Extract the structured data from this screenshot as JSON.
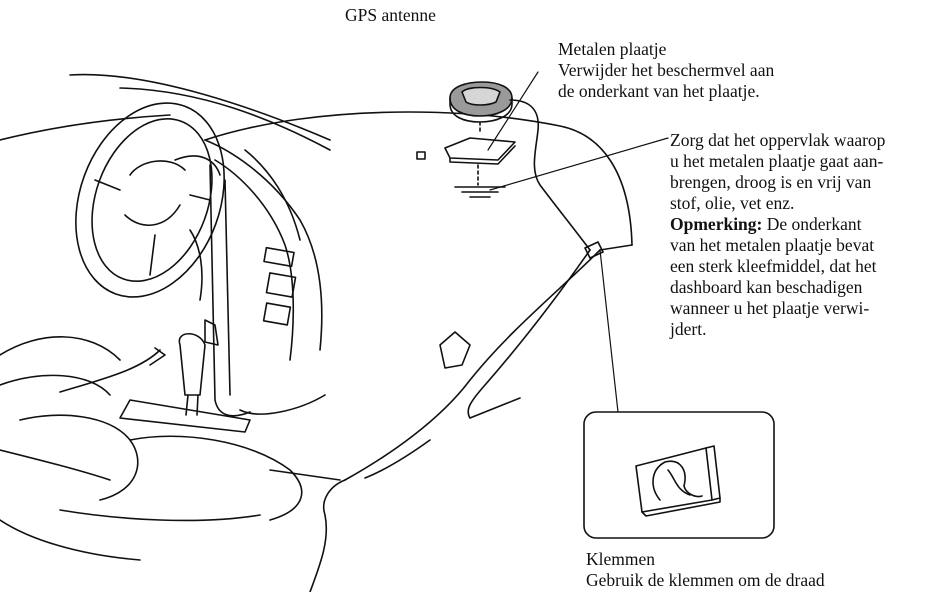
{
  "labels": {
    "gps_antenna": "GPS antenne",
    "metal_plate": {
      "title": "Metalen plaatje",
      "lines": [
        "Verwijder het beschermvel aan",
        "de onderkant van het plaatje."
      ]
    },
    "surface_note": {
      "lines": [
        "Zorg dat het oppervlak waarop",
        "u het metalen plaatje gaat aan-",
        "brengen, droog is en vrij van",
        "stof, olie, vet enz."
      ],
      "remark_title": "Opmerking:",
      "remark_first": " De onderkant",
      "remark_lines": [
        "van het metalen plaatje bevat",
        "een sterk kleefmiddel, dat het",
        "dashboard kan beschadigen",
        "wanneer u het plaatje verwi-",
        "jdert."
      ]
    },
    "clips": {
      "title": "Klemmen",
      "lines": [
        "Gebruik de klemmen om de draad"
      ]
    }
  },
  "colors": {
    "line": "#111111",
    "background": "#ffffff",
    "antenna_fill": "#9a9a9a"
  }
}
